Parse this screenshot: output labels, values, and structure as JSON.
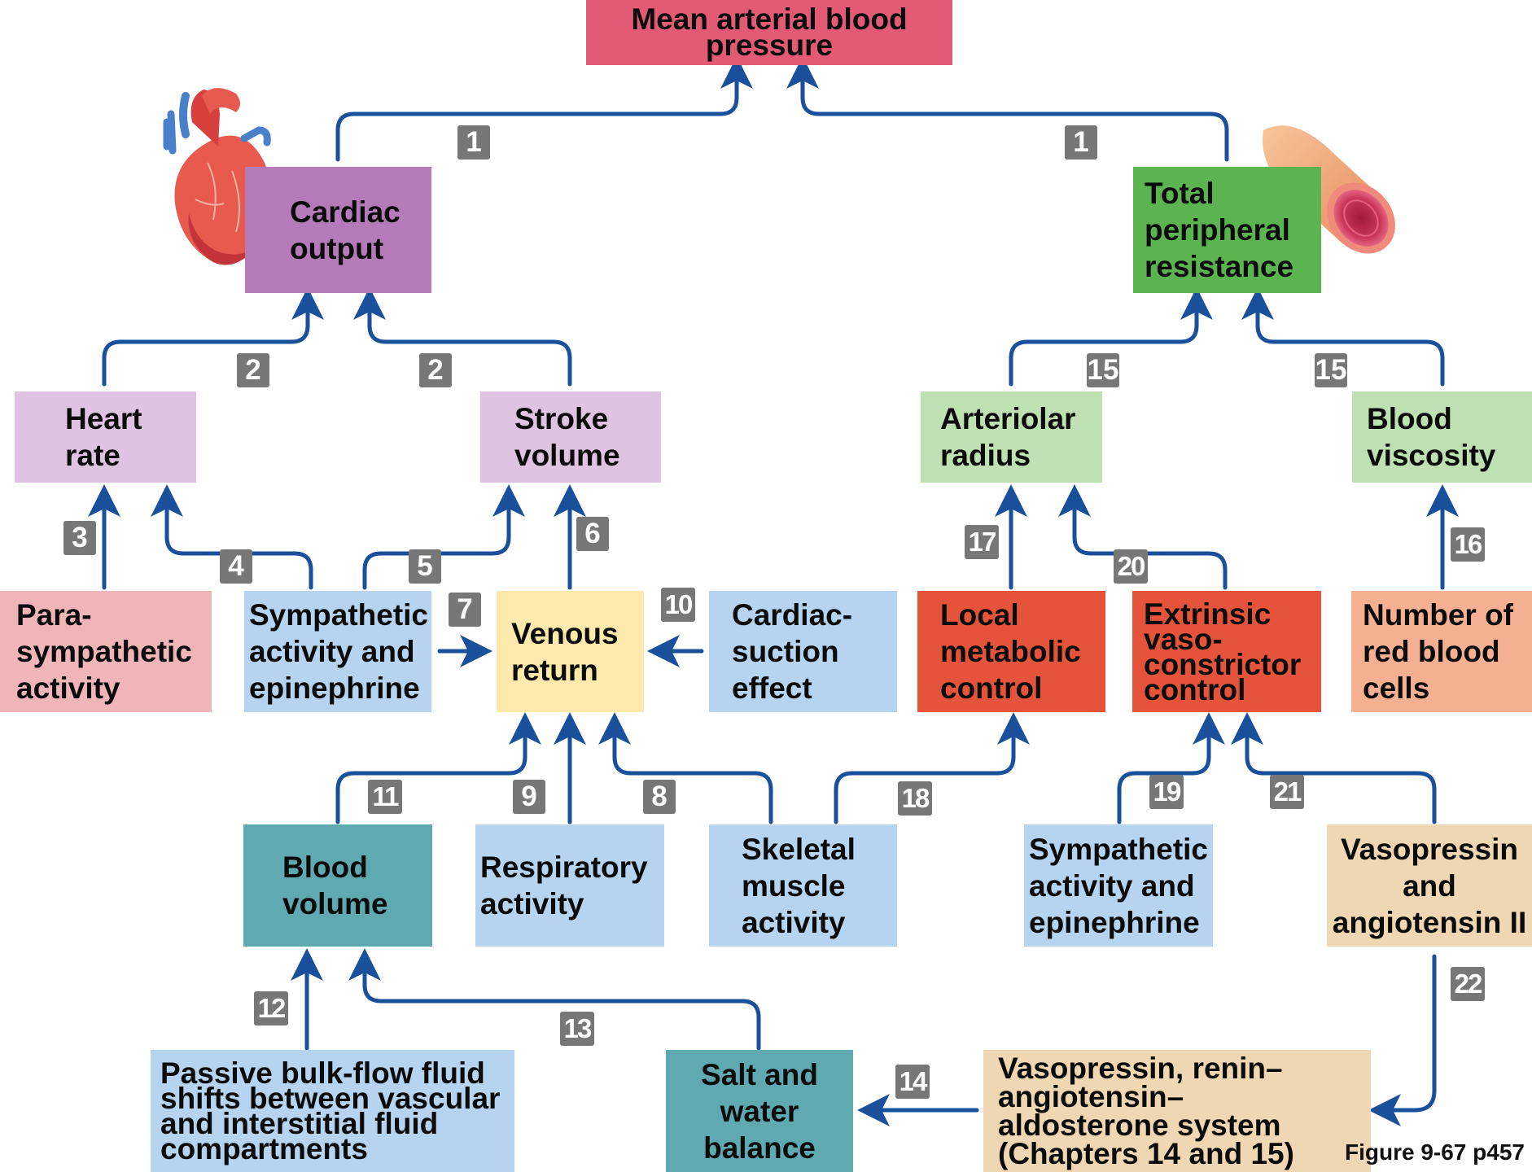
{
  "nodes": {
    "map": "Mean arterial blood\npressure",
    "cardiac_output": "Cardiac\noutput",
    "tpr": "Total\nperipheral\nresistance",
    "heart_rate": "Heart\nrate",
    "stroke_volume": "Stroke\nvolume",
    "arteriolar_radius": "Arteriolar\nradius",
    "blood_viscosity": "Blood\nviscosity",
    "parasympathetic": "Para-\nsympathetic\nactivity",
    "sympathetic_left": "Sympathetic\nactivity and\nepinephrine",
    "venous_return": "Venous\nreturn",
    "cardiac_suction": "Cardiac-\nsuction\neffect",
    "local_metabolic": "Local\nmetabolic\ncontrol",
    "extrinsic": "Extrinsic\nvaso-\nconstrictor\ncontrol",
    "rbc": "Number of\nred blood\ncells",
    "blood_volume": "Blood\nvolume",
    "respiratory": "Respiratory\nactivity",
    "skeletal": "Skeletal\nmuscle\nactivity",
    "sympathetic_right": "Sympathetic\nactivity and\nepinephrine",
    "vasopressin_ang": "Vasopressin\nand\nangiotensin II",
    "passive_bulk": "Passive bulk-flow fluid\nshifts between vascular\nand interstitial fluid\ncompartments",
    "salt_water": "Salt and\nwater\nbalance",
    "raas": "Vasopressin, renin–\nangiotensin–\naldosterone system\n(Chapters 14 and 15)"
  },
  "badges": {
    "b1a": "1",
    "b1b": "1",
    "b2a": "2",
    "b2b": "2",
    "b3": "3",
    "b4": "4",
    "b5": "5",
    "b6": "6",
    "b7": "7",
    "b8": "8",
    "b9": "9",
    "b10": "10",
    "b11": "11",
    "b12": "12",
    "b13": "13",
    "b14": "14",
    "b15a": "15",
    "b15b": "15",
    "b16": "16",
    "b17": "17",
    "b18": "18",
    "b19": "19",
    "b20": "20",
    "b21": "21",
    "b22": "22"
  },
  "caption": "Figure 9-67 p457",
  "colors": {
    "map": "#e35a77",
    "cardiac_output": "#b57bb9",
    "tpr": "#5cb450",
    "light_purple": "#dfc4e2",
    "light_green": "#bfe0b2",
    "pink": "#f0b5b9",
    "light_blue": "#b6d4f0",
    "yellow": "#fde9ab",
    "red": "#e5533b",
    "salmon": "#f5b091",
    "teal": "#5fa9b1",
    "tan": "#f0d7b4",
    "arrow": "#1a4f9c",
    "badge": "#777777"
  },
  "illustrations": [
    "heart-illustration",
    "blood-vessel-illustration"
  ]
}
